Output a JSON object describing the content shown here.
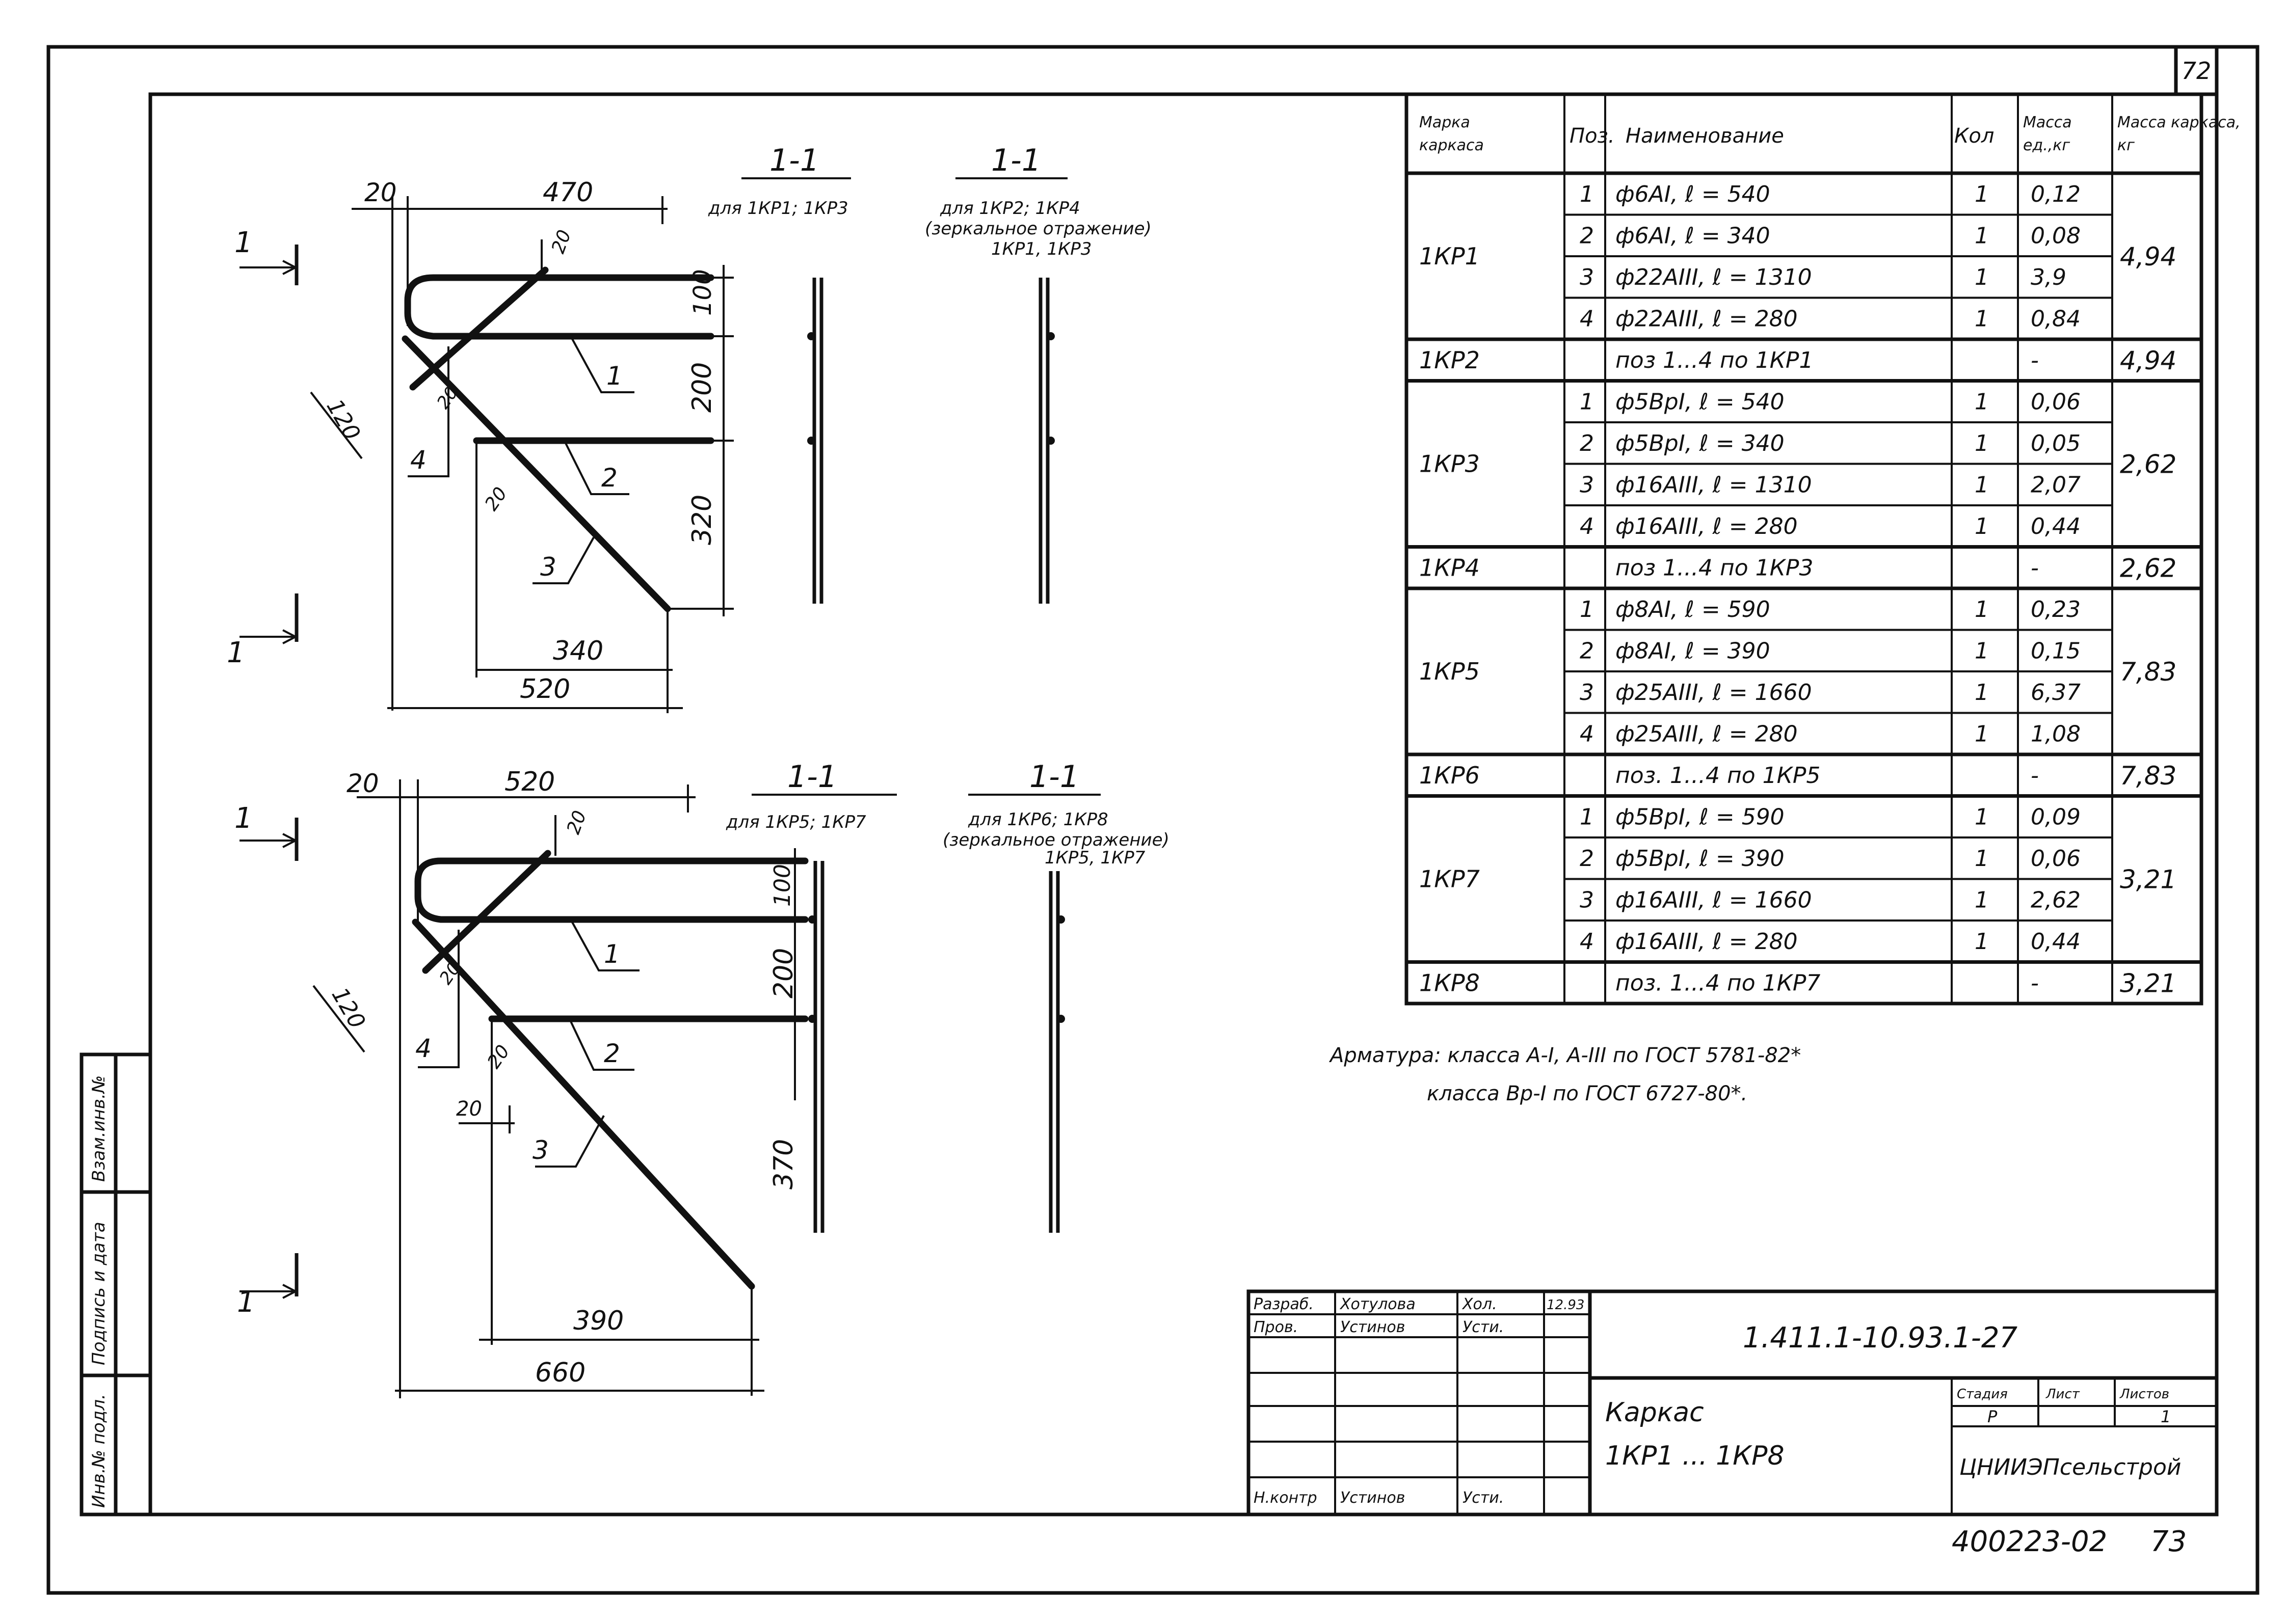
{
  "sheet": {
    "page_number": "72",
    "bottom_code": "400223-02",
    "bottom_page": "73"
  },
  "left_strip": {
    "cell_top": "Взам.инв.№",
    "cell_mid": "Подпись и дата",
    "cell_bot": "Инв.№ подл."
  },
  "drawing_top": {
    "dim_left": "20",
    "dim_top": "470",
    "dim_small": "20",
    "dim_100": "100",
    "dim_200": "200",
    "dim_320": "320",
    "dim_120": "120",
    "dim_20a": "20",
    "dim_20b": "20",
    "dim_340": "340",
    "dim_520": "520",
    "pos1": "1",
    "pos2": "2",
    "pos3": "3",
    "pos4": "4",
    "cut_top": "1",
    "cut_bottom": "1"
  },
  "drawing_bottom": {
    "dim_left": "20",
    "dim_top": "520",
    "dim_small": "20",
    "dim_100": "100",
    "dim_200": "200",
    "dim_370": "370",
    "dim_120": "120",
    "dim_20a": "20",
    "dim_20b": "20",
    "dim_20c": "20",
    "dim_390": "390",
    "dim_660": "660",
    "pos1": "1",
    "pos2": "2",
    "pos3": "3",
    "pos4": "4",
    "cut_top": "1",
    "cut_bottom": "1"
  },
  "sections": {
    "s1_title": "1-1",
    "s1_sub": "для 1КР1; 1КР3",
    "s2_title": "1-1",
    "s2_sub1": "для 1КР2; 1КР4",
    "s2_sub2": "(зеркальное отражение)",
    "s2_sub3": "1КР1, 1КР3",
    "s3_title": "1-1",
    "s3_sub": "для 1КР5; 1КР7",
    "s4_title": "1-1",
    "s4_sub1": "для 1КР6; 1КР8",
    "s4_sub2": "(зеркальное отражение)",
    "s4_sub3": "1КР5, 1КР7"
  },
  "spec_table": {
    "headers": [
      "Марка каркаса",
      "Поз.",
      "Наименование",
      "Кол",
      "Масса ед.,кг",
      "Масса каркаса, кг"
    ],
    "groups": [
      {
        "mark": "1КР1",
        "total": "4,94",
        "rows": [
          {
            "pos": "1",
            "name": "ф6АI,   ℓ = 540",
            "qty": "1",
            "mass": "0,12"
          },
          {
            "pos": "2",
            "name": "ф6АI,   ℓ = 340",
            "qty": "1",
            "mass": "0,08"
          },
          {
            "pos": "3",
            "name": "ф22АIII,  ℓ = 1310",
            "qty": "1",
            "mass": "3,9"
          },
          {
            "pos": "4",
            "name": "ф22АIII,  ℓ = 280",
            "qty": "1",
            "mass": "0,84"
          }
        ]
      },
      {
        "mark": "1КР2",
        "total": "4,94",
        "rows": [
          {
            "pos": "",
            "name": "поз 1...4 по 1КР1",
            "qty": "",
            "mass": "-"
          }
        ]
      },
      {
        "mark": "1КР3",
        "total": "2,62",
        "rows": [
          {
            "pos": "1",
            "name": "ф5ВрI,   ℓ = 540",
            "qty": "1",
            "mass": "0,06"
          },
          {
            "pos": "2",
            "name": "ф5ВрI,   ℓ = 340",
            "qty": "1",
            "mass": "0,05"
          },
          {
            "pos": "3",
            "name": "ф16АIII,  ℓ = 1310",
            "qty": "1",
            "mass": "2,07"
          },
          {
            "pos": "4",
            "name": "ф16АIII,  ℓ = 280",
            "qty": "1",
            "mass": "0,44"
          }
        ]
      },
      {
        "mark": "1КР4",
        "total": "2,62",
        "rows": [
          {
            "pos": "",
            "name": "поз 1...4 по 1КР3",
            "qty": "",
            "mass": "-"
          }
        ]
      },
      {
        "mark": "1КР5",
        "total": "7,83",
        "rows": [
          {
            "pos": "1",
            "name": "ф8АI,   ℓ = 590",
            "qty": "1",
            "mass": "0,23"
          },
          {
            "pos": "2",
            "name": "ф8АI,   ℓ = 390",
            "qty": "1",
            "mass": "0,15"
          },
          {
            "pos": "3",
            "name": "ф25АIII,  ℓ = 1660",
            "qty": "1",
            "mass": "6,37"
          },
          {
            "pos": "4",
            "name": "ф25АIII,  ℓ = 280",
            "qty": "1",
            "mass": "1,08"
          }
        ]
      },
      {
        "mark": "1КР6",
        "total": "7,83",
        "rows": [
          {
            "pos": "",
            "name": "поз. 1...4 по 1КР5",
            "qty": "",
            "mass": "-"
          }
        ]
      },
      {
        "mark": "1КР7",
        "total": "3,21",
        "rows": [
          {
            "pos": "1",
            "name": "ф5ВрI,   ℓ = 590",
            "qty": "1",
            "mass": "0,09"
          },
          {
            "pos": "2",
            "name": "ф5ВрI,   ℓ = 390",
            "qty": "1",
            "mass": "0,06"
          },
          {
            "pos": "3",
            "name": "ф16АIII,  ℓ = 1660",
            "qty": "1",
            "mass": "2,62"
          },
          {
            "pos": "4",
            "name": "ф16АIII,  ℓ = 280",
            "qty": "1",
            "mass": "0,44"
          }
        ]
      },
      {
        "mark": "1КР8",
        "total": "3,21",
        "rows": [
          {
            "pos": "",
            "name": "поз. 1...4 по 1КР7",
            "qty": "",
            "mass": "-"
          }
        ]
      }
    ]
  },
  "note": {
    "line1": "Арматура: класса А-I, А-III по ГОСТ 5781-82*",
    "line2": "класса Вр-I по ГОСТ 6727-80*."
  },
  "title_block": {
    "role1": "Разраб.",
    "name1": "Хотулова",
    "sign1": "Хол.",
    "date1": "12.93",
    "role2": "Пров.",
    "name2": "Устинов",
    "sign2": "Усти.",
    "role3": "Н.контр",
    "name3": "Устинов",
    "sign3": "Усти.",
    "doc_code": "1.411.1-10.93.1-27",
    "title1": "Каркас",
    "title2": "1КР1 ... 1КР8",
    "stage_label": "Стадия",
    "sheet_label": "Лист",
    "sheets_label": "Листов",
    "stage": "Р",
    "sheets": "1",
    "org": "ЦНИИЭПсельстрой"
  }
}
